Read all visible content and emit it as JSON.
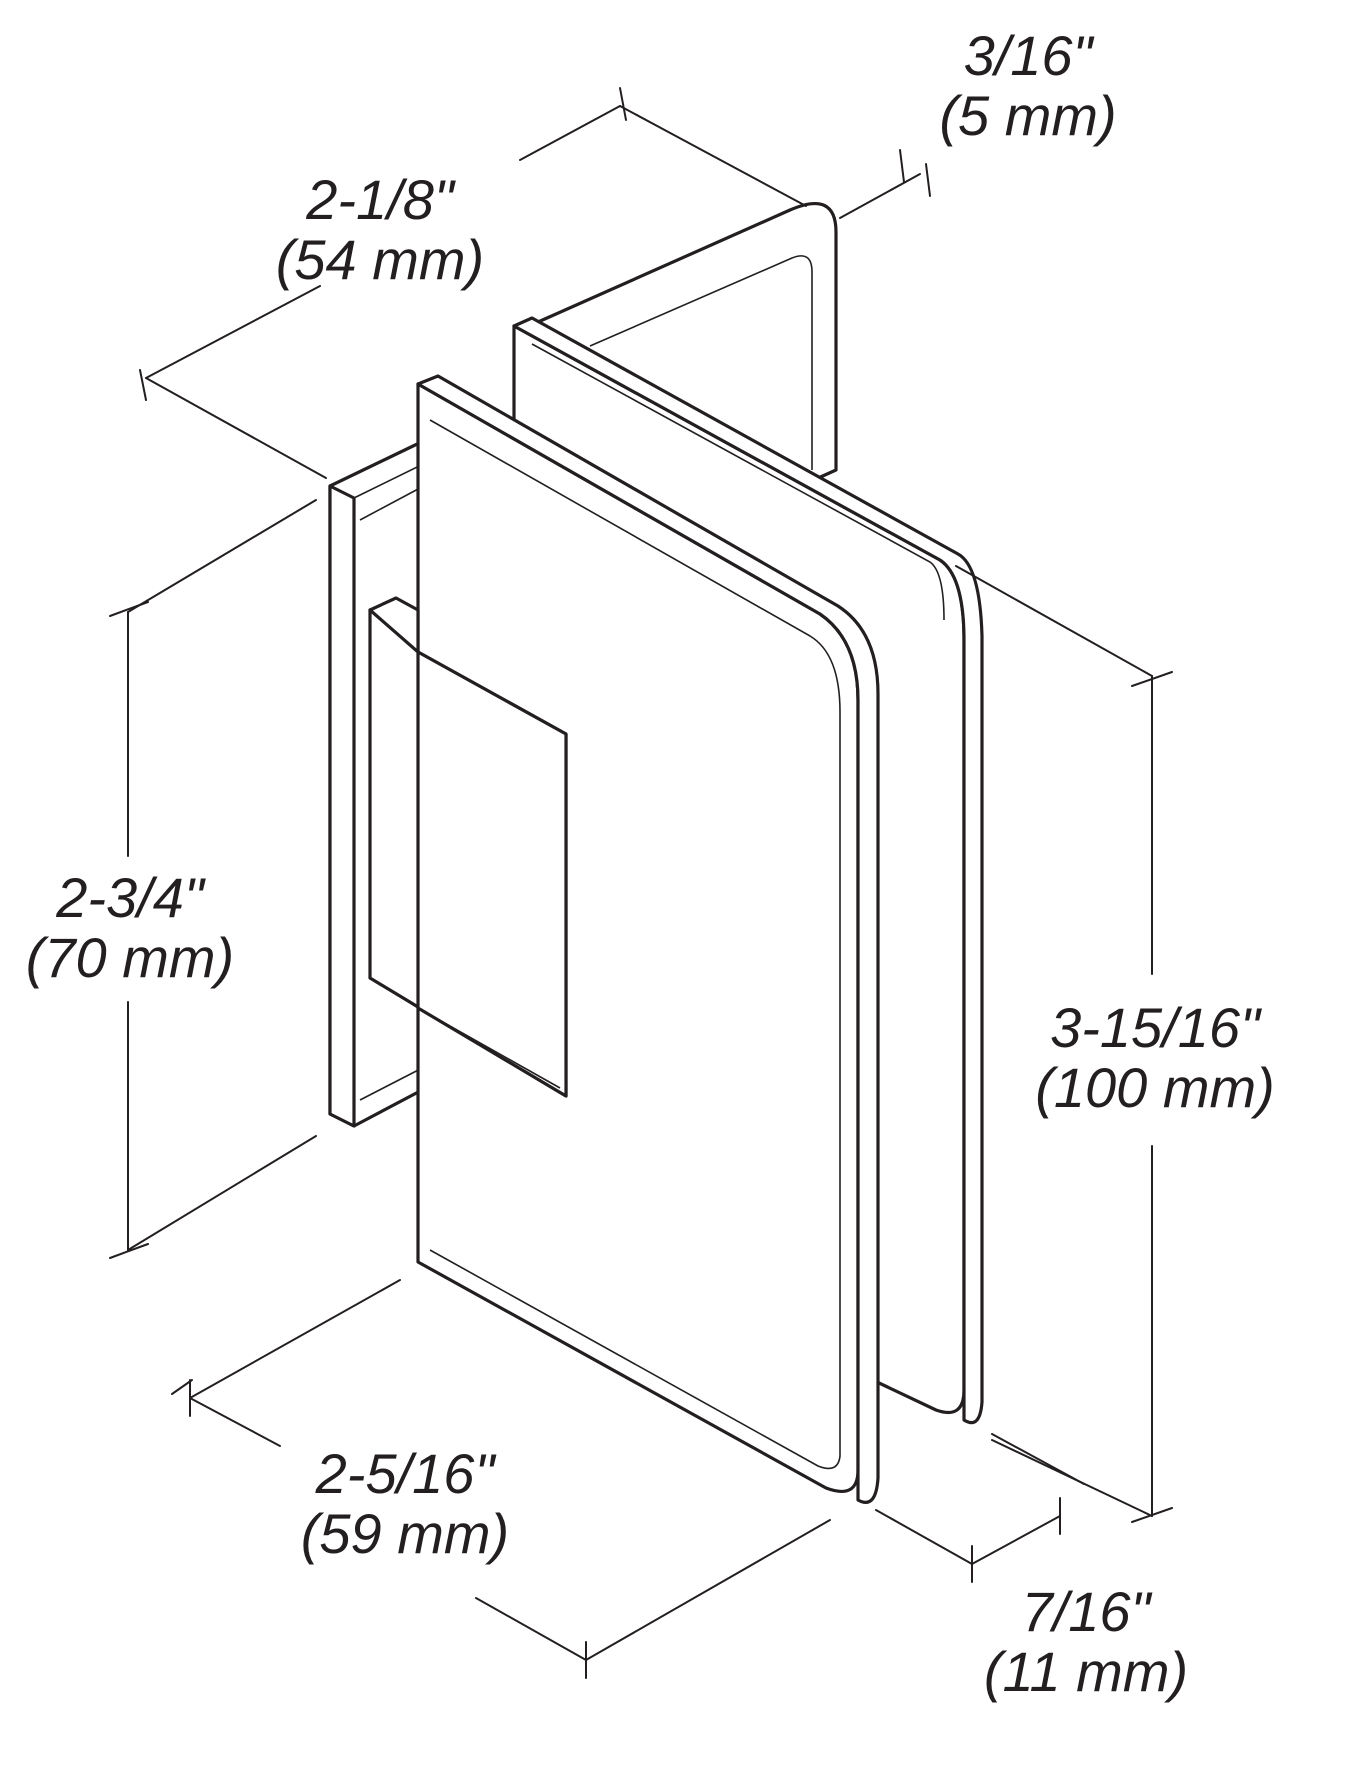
{
  "dimensions": {
    "thickness_back": {
      "imperial": "3/16\"",
      "metric": "(5 mm)"
    },
    "depth_top": {
      "imperial": "2-1/8\"",
      "metric": "(54 mm)"
    },
    "height_left": {
      "imperial": "2-3/4\"",
      "metric": "(70 mm)"
    },
    "height_right": {
      "imperial": "3-15/16\"",
      "metric": "(100 mm)"
    },
    "width_bottom": {
      "imperial": "2-5/16\"",
      "metric": "(59 mm)"
    },
    "thickness_front": {
      "imperial": "7/16\"",
      "metric": "(11 mm)"
    }
  },
  "colors": {
    "line": "#231f20",
    "background": "#ffffff"
  }
}
